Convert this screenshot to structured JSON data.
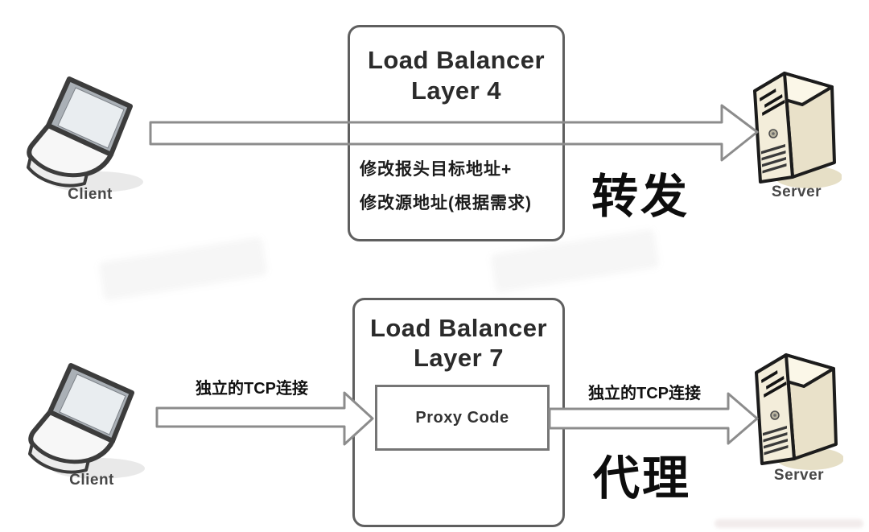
{
  "top_diagram": {
    "client_label": "Client",
    "server_label": "Server",
    "lb_title_line1": "Load Balancer",
    "lb_title_line2": "Layer 4",
    "note_line1": "修改报头目标地址+",
    "note_line2": "修改源地址(根据需求)",
    "mode_label": "转发"
  },
  "bottom_diagram": {
    "client_label": "Client",
    "server_label": "Server",
    "lb_title_line1": "Load Balancer",
    "lb_title_line2": "Layer 7",
    "proxy_label": "Proxy Code",
    "left_arrow_label": "独立的TCP连接",
    "right_arrow_label": "独立的TCP连接",
    "mode_label": "代理"
  },
  "colors": {
    "background": "#ffffff",
    "box_border": "#5f5f5f",
    "arrow_stroke": "#8c8c8c",
    "note_text": "#1c1c1c",
    "mode_text": "#0d0d0d",
    "server_front": "#f3edda",
    "server_side": "#e9e1c9",
    "server_top": "#fbf7e8",
    "laptop_lid": "#aab0b6",
    "laptop_screen": "#e9edf0"
  }
}
